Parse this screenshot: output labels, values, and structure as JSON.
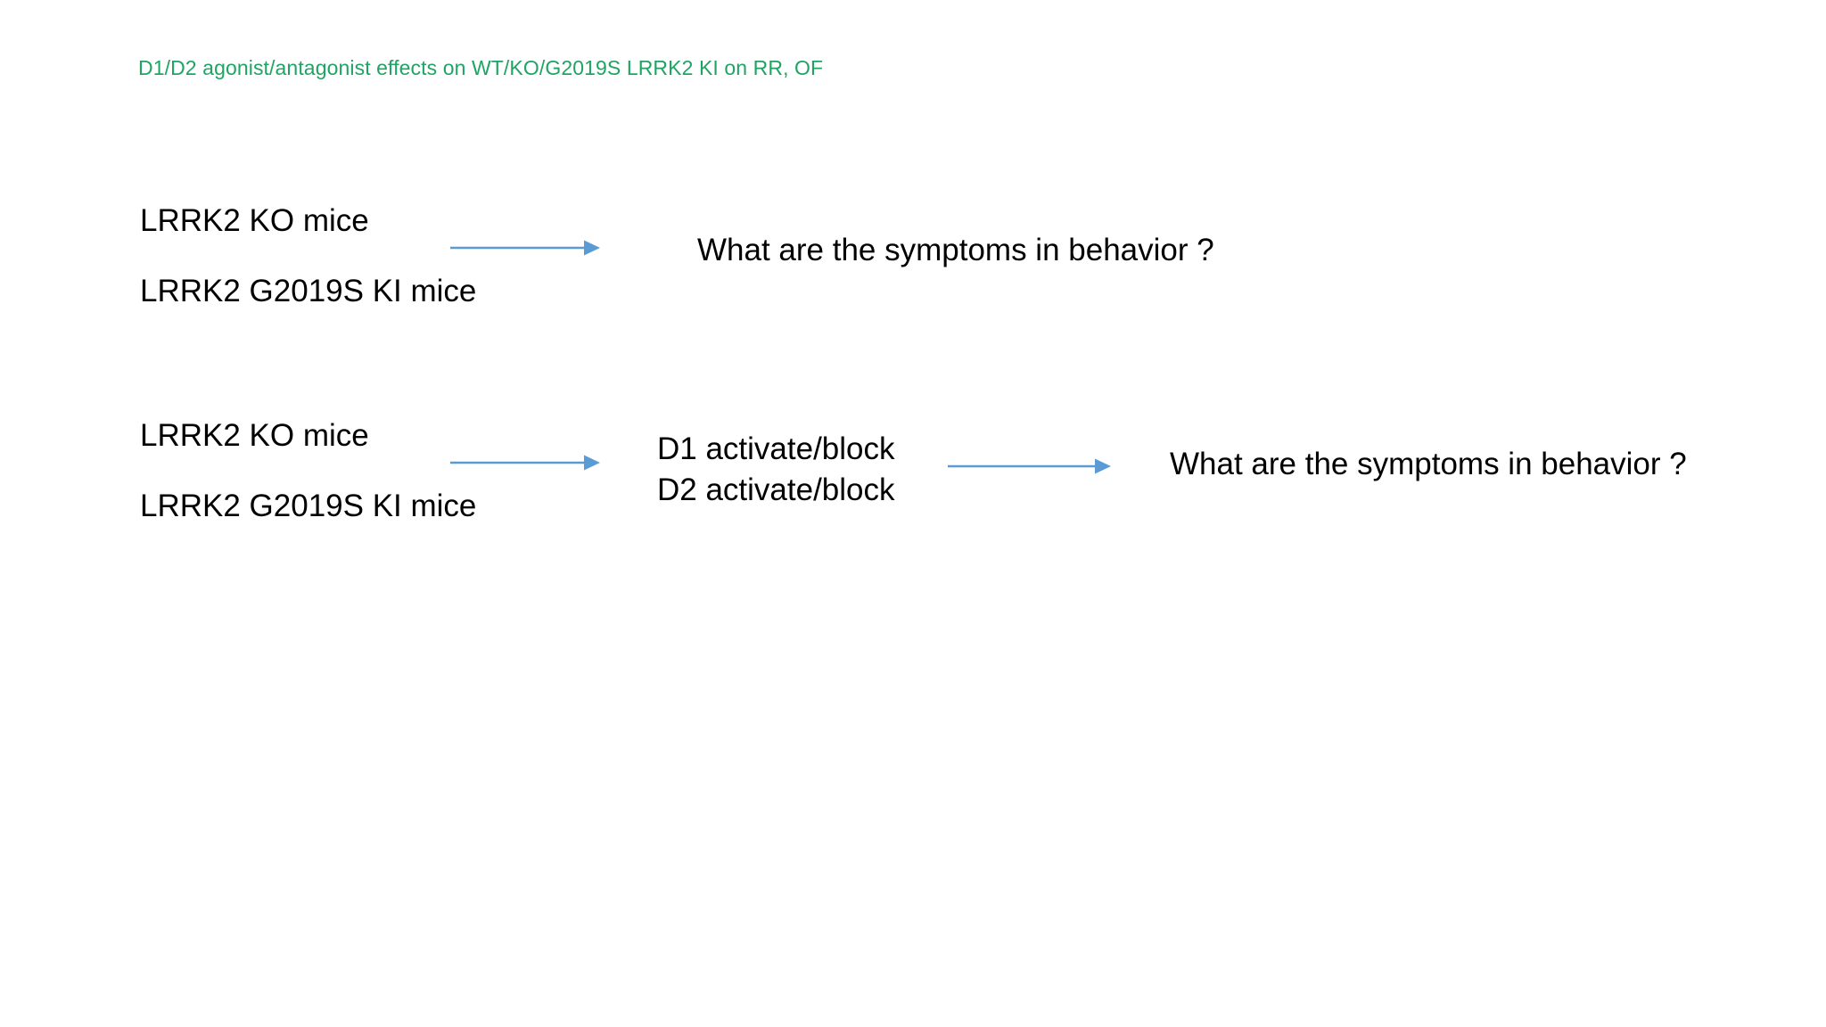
{
  "slide": {
    "title": "D1/D2 agonist/antagonist effects on WT/KO/G2019S LRRK2 KI on RR, OF",
    "title_color": "#1fa463",
    "background_color": "#ffffff",
    "body_text_color": "#000000",
    "arrow_color": "#5b9bd5"
  },
  "row1": {
    "subject_line_1": "LRRK2 KO mice",
    "subject_line_2": "LRRK2 G2019S KI mice",
    "arrow": "right-arrow",
    "question": "What are the symptoms in behavior  ?"
  },
  "row2": {
    "subject_line_1": "LRRK2 KO mice",
    "subject_line_2": "LRRK2 G2019S KI mice",
    "arrow_1": "right-arrow",
    "treatment_line_1": "D1 activate/block",
    "treatment_line_2": "D2 activate/block",
    "arrow_2": "right-arrow",
    "question": "What are the symptoms in behavior  ?"
  }
}
